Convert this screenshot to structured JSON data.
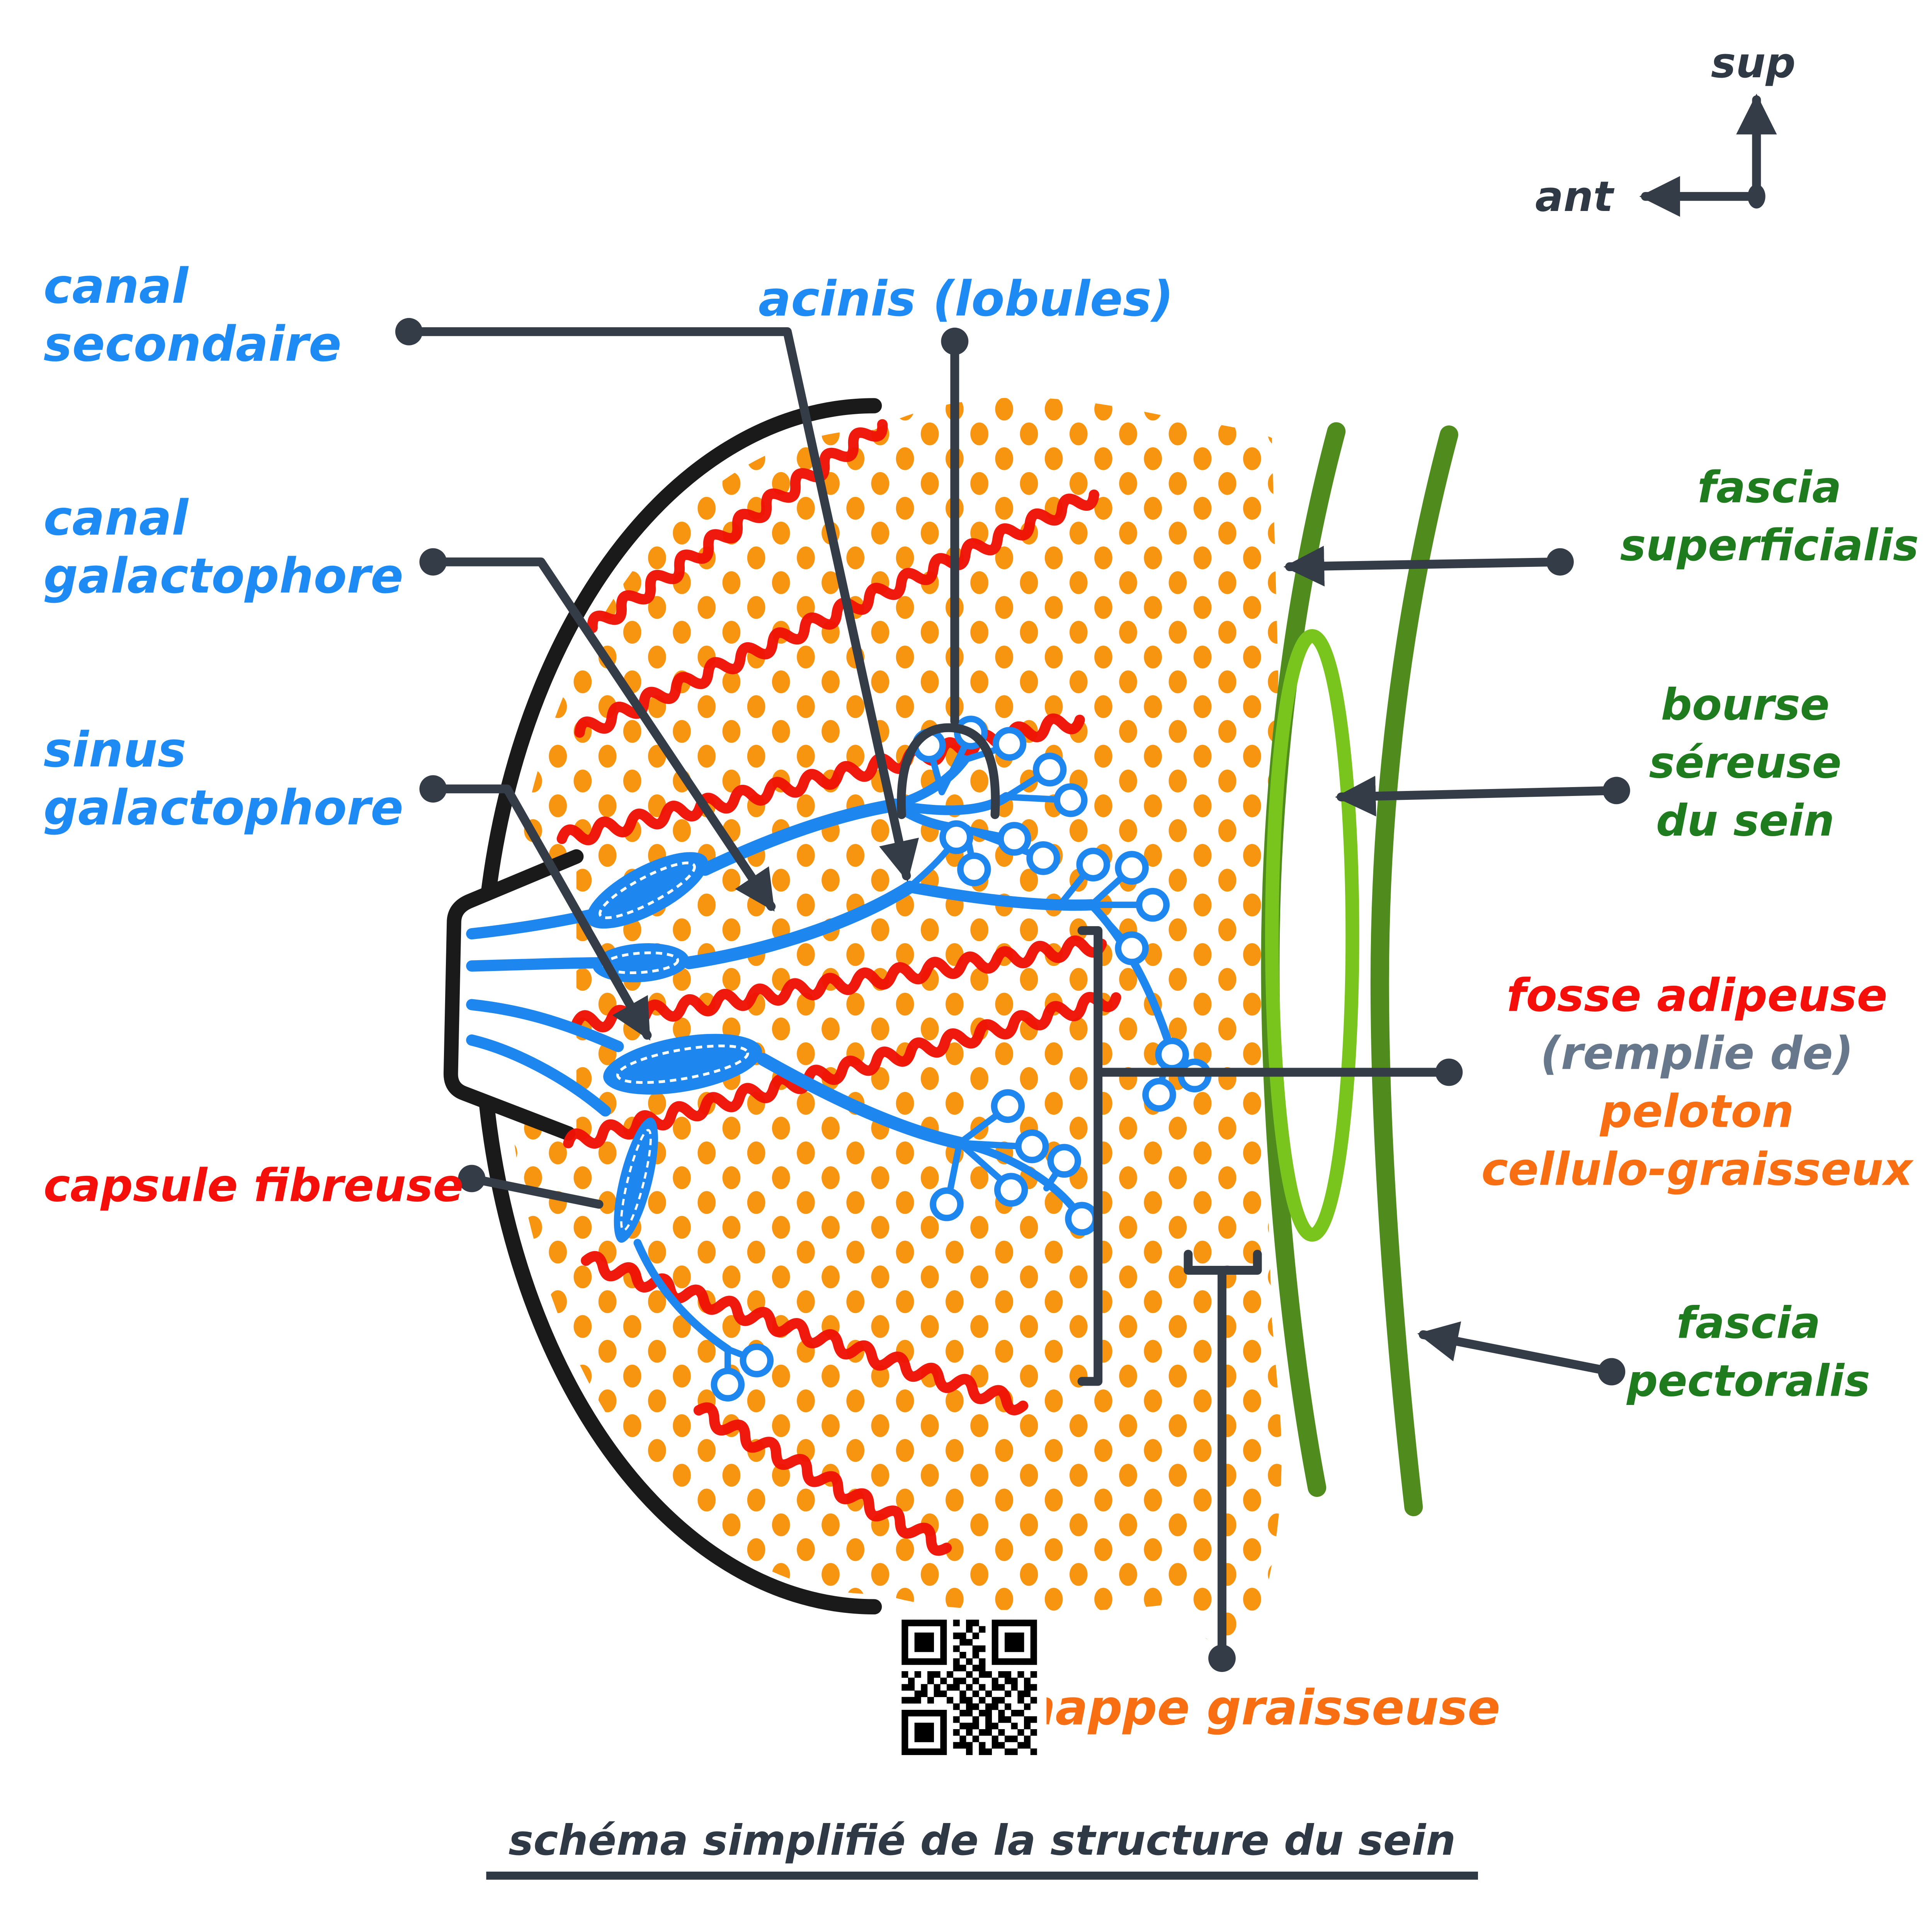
{
  "title": {
    "text": "schéma simplifié de la structure du sein"
  },
  "orientation": {
    "up_label": "sup",
    "left_label": "ant"
  },
  "labels": {
    "canal_secondaire": {
      "lines": [
        "canal",
        "secondaire"
      ],
      "color": "#1E8BF5"
    },
    "canal_galactophore": {
      "lines": [
        "canal",
        "galactophore"
      ],
      "color": "#1E8BF5"
    },
    "sinus_galactophore": {
      "lines": [
        "sinus",
        "galactophore"
      ],
      "color": "#1E8BF5"
    },
    "acinis": {
      "lines": [
        "acinis (lobules)"
      ],
      "color": "#1E8BF5"
    },
    "capsule_fibreuse": {
      "lines": [
        "capsule fibreuse"
      ],
      "color": "#F50F0B"
    },
    "fascia_superficialis": {
      "lines": [
        "fascia",
        "superficialis"
      ],
      "color": "#1E7B1E"
    },
    "bourse_sereuse": {
      "lines": [
        "bourse",
        "séreuse",
        "du sein"
      ],
      "color": "#1E7B1E"
    },
    "fosse_adipeuse": {
      "lines": [
        "fosse adipeuse",
        "(remplie de)",
        "peloton",
        "cellulo-graisseux"
      ],
      "line_colors": [
        "#F50F0B",
        "#68788C",
        "#F86E12",
        "#F86E12"
      ]
    },
    "fascia_pectoralis": {
      "lines": [
        "fascia",
        "pectoralis"
      ],
      "color": "#1E7B1E"
    },
    "nappe_graisseuse": {
      "lines": [
        "nappe graisseuse"
      ],
      "color": "#F86E12"
    }
  },
  "colors": {
    "label_blue": "#1E8BF5",
    "label_red": "#F50F0B",
    "label_green": "#1E7B1E",
    "label_orange": "#F86E12",
    "label_gray": "#68788C",
    "title_dark": "#2F3945",
    "leader_dark": "#343C48",
    "duct_blue": "#1E86EF",
    "fibrous_red": "#EF1206",
    "fat_dots_orange": "#F79410",
    "fascia_green_line": "#4F8C1D",
    "bourse_bright_green": "#79C41D",
    "capsule_black": "#1A1A1A",
    "qr_black": "#000000"
  },
  "qr_code": {
    "rows": [
      "111111101011001111111",
      "100000100010101000001",
      "101110101101001011101",
      "101110100110001011101",
      "101110101001101011101",
      "100000100101001000001",
      "111111101010101111111",
      "000000001101100000000",
      "101011010010110110101",
      "010010101101001011010",
      "110101011010101101011",
      "001101100101010010110",
      "111010010110101100101",
      "000000001011011010010",
      "111111100110110101100",
      "100000101001010110011",
      "101110100111011001010",
      "101110101010110100101",
      "101110100101001011010",
      "100000101110101100110",
      "111111100010110011001"
    ]
  }
}
